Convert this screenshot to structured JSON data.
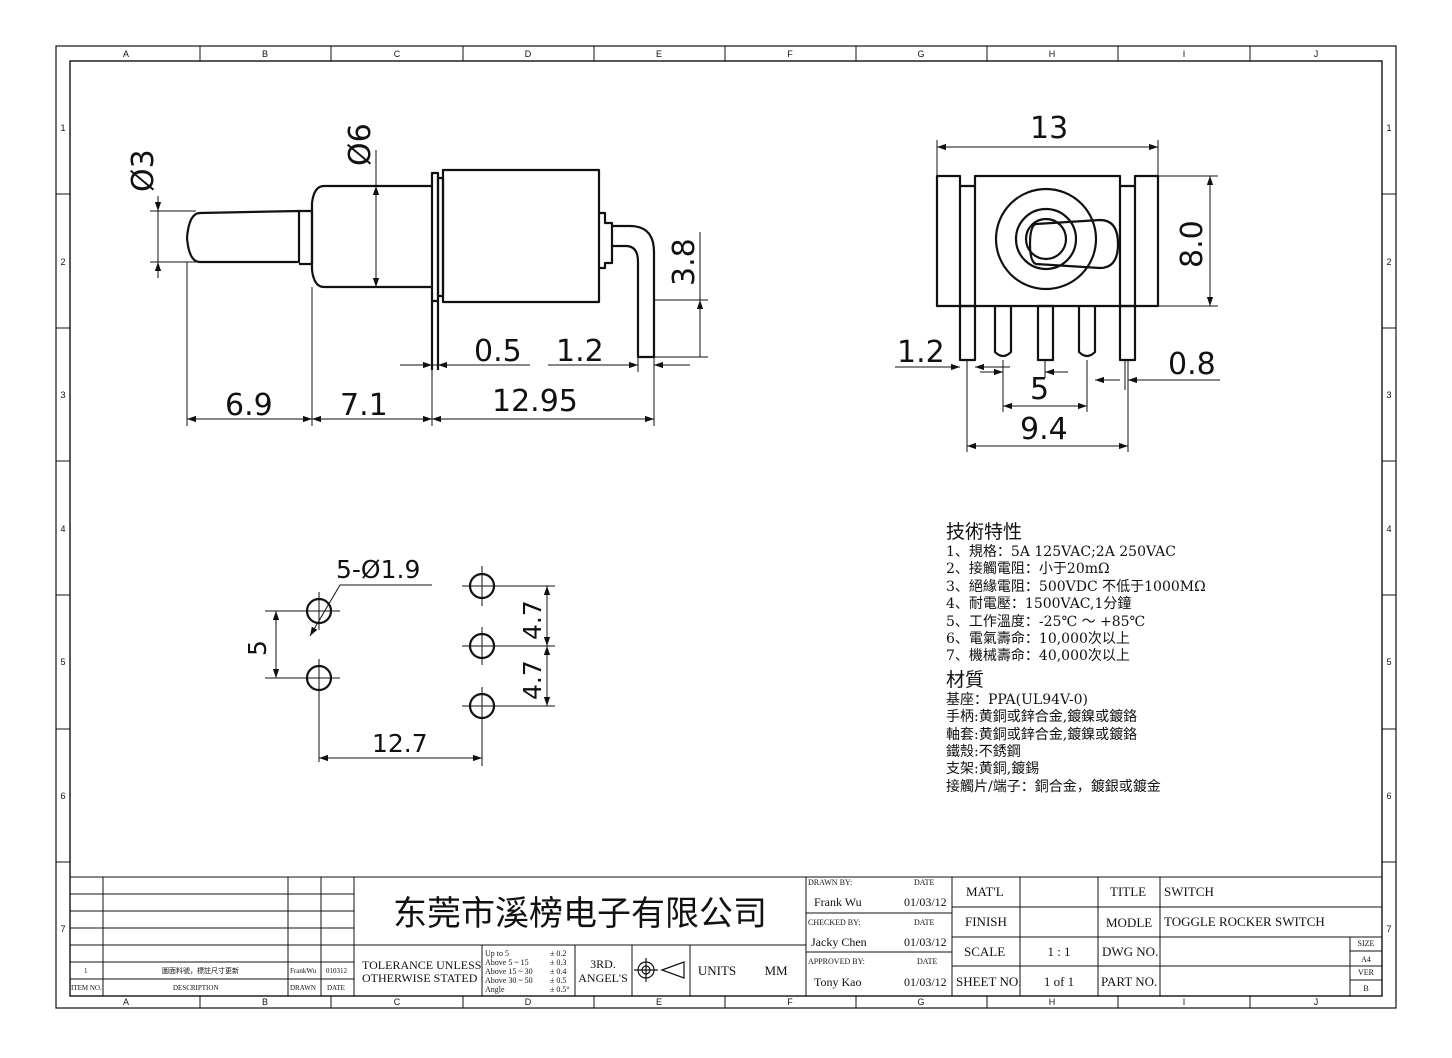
{
  "border": {
    "col_letters": [
      "A",
      "B",
      "C",
      "D",
      "E",
      "F",
      "G",
      "H",
      "I",
      "J"
    ],
    "row_numbers": [
      "1",
      "2",
      "3",
      "4",
      "5",
      "6",
      "7"
    ]
  },
  "side_view": {
    "dims": {
      "d3": "Ø3",
      "d6": "Ø6",
      "h38": "3.8",
      "w05": "0.5",
      "w12": "1.2",
      "w69": "6.9",
      "w71": "7.1",
      "w1295": "12.95"
    }
  },
  "front_view": {
    "dims": {
      "w13": "13",
      "h80": "8.0",
      "p12": "1.2",
      "p5": "5",
      "p08": "0.8",
      "w94": "9.4"
    }
  },
  "pcb_view": {
    "dims": {
      "holes": "5-Ø1.9",
      "v5": "5",
      "v47a": "4.7",
      "v47b": "4.7",
      "w127": "12.7"
    }
  },
  "notes": {
    "spec_title": "技術特性",
    "spec_lines": [
      "1、規格：5A 125VAC;2A 250VAC",
      "2、接觸電阻：小于20mΩ",
      "3、絕緣電阻：500VDC 不低于1000MΩ",
      "4、耐電壓：1500VAC,1分鐘",
      "5、工作溫度：-25℃ ～ +85℃",
      "6、電氣壽命：10,000次以上",
      "7、機械壽命：40,000次以上"
    ],
    "material_title": "材質",
    "material_lines": [
      "基座：PPA(UL94V-0)",
      "手柄:黄銅或鋅合金,鍍鎳或鍍鉻",
      "軸套:黄銅或鋅合金,鍍鎳或鍍鉻",
      "鐵殼:不銹鋼",
      "支架:黄銅,鍍錫",
      "接觸片/端子：銅合金，鍍銀或鍍金"
    ]
  },
  "title_block": {
    "revision": {
      "item": "1",
      "description": "圖面料號，標註尺寸更新",
      "drawn": "FrankWu",
      "date": "010312"
    },
    "rev_headers": {
      "item": "ITEM NO.",
      "description": "DESCRIPTION",
      "drawn": "DRAWN",
      "date": "DATE"
    },
    "company": "东莞市溪榜电子有限公司",
    "tolerance_label_1": "TOLERANCE UNLESS",
    "tolerance_label_2": "OTHERWISE STATED :",
    "tolerances": [
      {
        "range": "Up  to  5",
        "value": "± 0.2"
      },
      {
        "range": "Above 5  ~ 15",
        "value": "± 0.3"
      },
      {
        "range": "Above 15 ~ 30",
        "value": "± 0.4"
      },
      {
        "range": "Above 30 ~ 50",
        "value": "± 0.5"
      },
      {
        "range": "Angle",
        "value": "± 0.5°"
      }
    ],
    "projection_1": "3RD.",
    "projection_2": "ANGEL'S",
    "units_label": "UNITS",
    "units_value": "MM",
    "drawn_by_label": "DRAWN BY:",
    "drawn_by": "Frank Wu",
    "drawn_date": "01/03/12",
    "checked_by_label": "CHECKED BY:",
    "checked_by": "Jacky Chen",
    "checked_date": "01/03/12",
    "approved_by_label": "APPROVED BY:",
    "approved_by": "Tony Kao",
    "approved_date": "01/03/12",
    "date_label": "DATE",
    "matl_label": "MAT'L",
    "finish_label": "FINISH",
    "scale_label": "SCALE",
    "scale_value": "1 : 1",
    "sheet_label": "SHEET NO.",
    "sheet_value": "1 of 1",
    "title_label": "TITLE",
    "title_value": "SWITCH",
    "modle_label": "MODLE",
    "modle_value": "TOGGLE ROCKER SWITCH",
    "dwg_label": "DWG NO.",
    "part_label": "PART NO.",
    "size_label": "SIZE",
    "size_value": "A4",
    "ver_label": "VER",
    "ver_value": "B"
  }
}
